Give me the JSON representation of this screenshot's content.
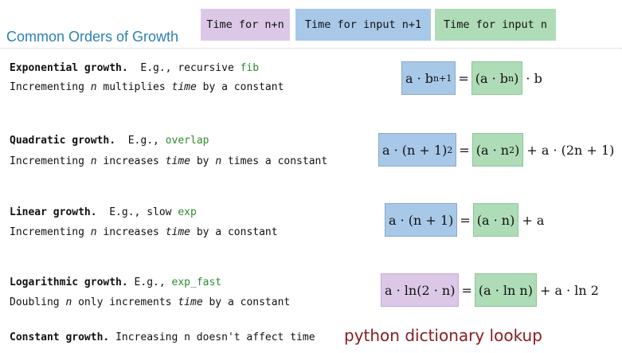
{
  "legend": {
    "n_plus_n": "Time for n+n",
    "input_n_plus_1": "Time for input n+1",
    "input_n": "Time for input n"
  },
  "title": "Common Orders of Growth",
  "rows": [
    {
      "heading": "Exponential growth.",
      "eg_prefix": "E.g., recursive",
      "eg_fn": "fib",
      "desc_a": "Incrementing",
      "desc_n": "n",
      "desc_b": "multiplies",
      "desc_time": "time",
      "desc_c": "by a constant",
      "lhs": "a · b",
      "lhs_sup": "n+1",
      "eq": "=",
      "rhs": "(a · b",
      "rhs_sup": "n",
      "rhs_close": ")",
      "tail": "· b"
    },
    {
      "heading": "Quadratic growth.",
      "eg_prefix": "E.g.,",
      "eg_fn": "overlap",
      "desc_a": "Incrementing",
      "desc_n": "n",
      "desc_b": "increases",
      "desc_time": "time",
      "desc_c": "by",
      "desc_n2": "n",
      "desc_d": "times a constant",
      "lhs": "a · (n + 1)",
      "lhs_sup": "2",
      "eq": "=",
      "rhs": "(a · n",
      "rhs_sup": "2",
      "rhs_close": ")",
      "tail": "+ a · (2n + 1)"
    },
    {
      "heading": "Linear growth.",
      "eg_prefix": "E.g., slow",
      "eg_fn": "exp",
      "desc_a": "Incrementing",
      "desc_n": "n",
      "desc_b": "increases",
      "desc_time": "time",
      "desc_c": "by a constant",
      "lhs": "a · (n + 1)",
      "eq": "=",
      "rhs": "(a · n)",
      "tail": "+ a"
    },
    {
      "heading": "Logarithmic growth.",
      "eg_prefix": "E.g.,",
      "eg_fn": "exp_fast",
      "desc_a": "Doubling",
      "desc_n": "n",
      "desc_b": "only increments",
      "desc_time": "time",
      "desc_c": "by a constant",
      "lhs": "a · ln(2 · n)",
      "eq": "=",
      "rhs": "(a · ln n)",
      "tail": "+ a · ln 2"
    }
  ],
  "constant": {
    "heading": "Constant growth.",
    "desc": "Increasing n doesn't affect time"
  },
  "note": "python dictionary lookup",
  "colors": {
    "purple": "#dcc8e6",
    "blue": "#a8c8e8",
    "green": "#aedcb6",
    "title": "#2d7fb8",
    "code_green": "#2e8b2e",
    "note_red": "#8a1c22"
  }
}
